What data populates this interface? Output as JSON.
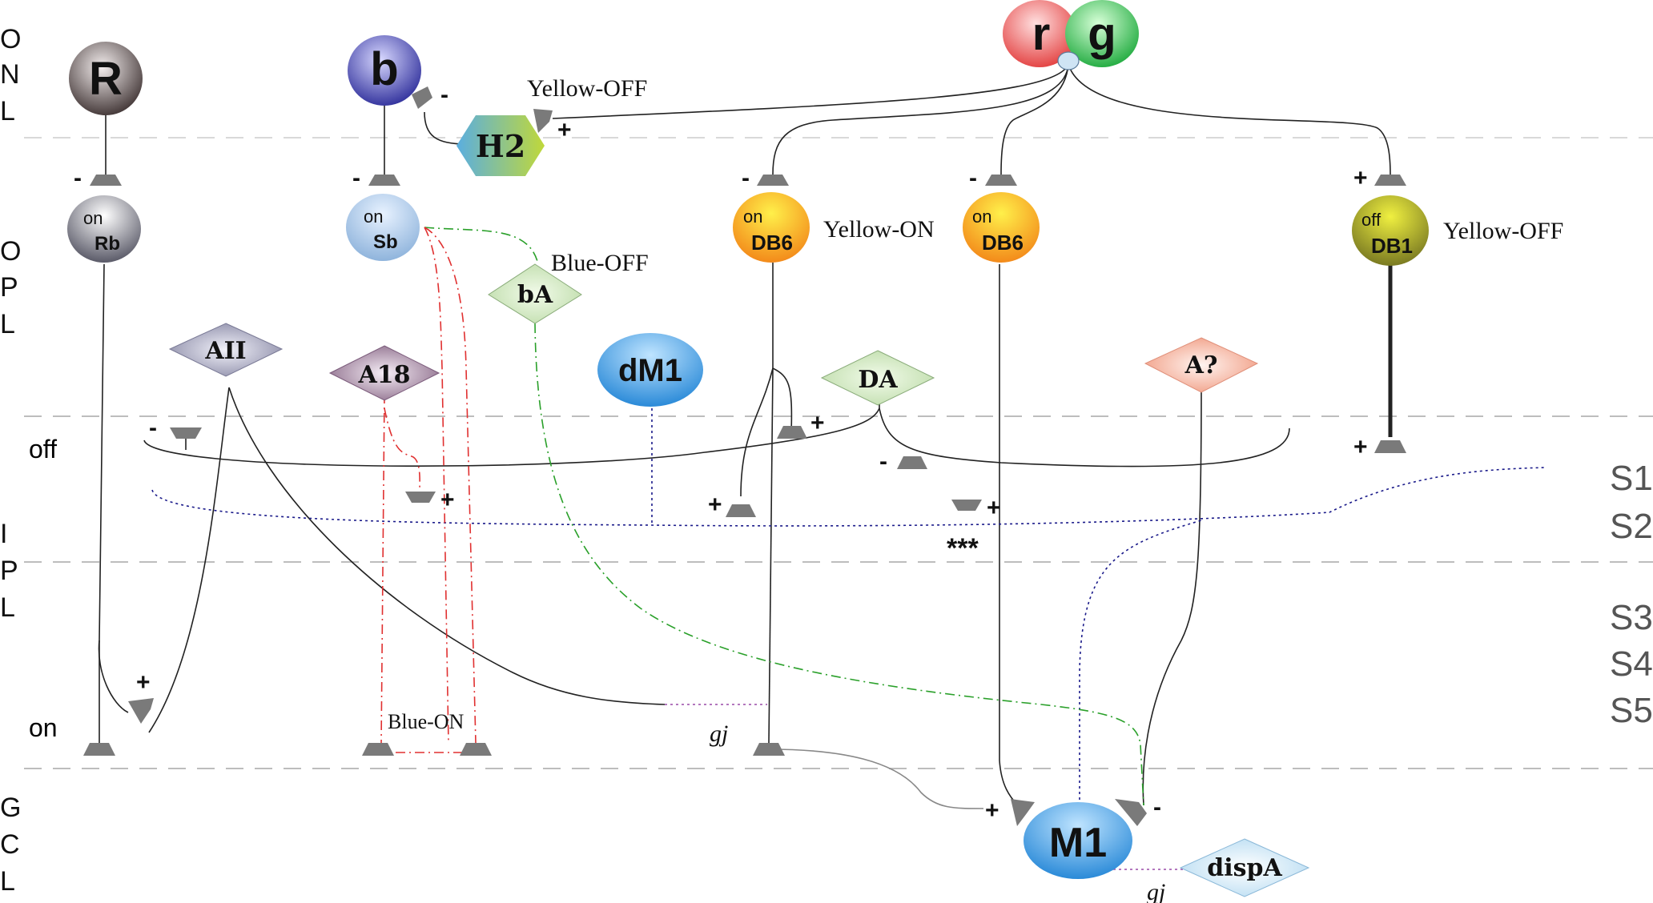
{
  "layers": {
    "onl": [
      "O",
      "N",
      "L"
    ],
    "opl": [
      "O",
      "P",
      "L"
    ],
    "ipl": [
      "I",
      "P",
      "L"
    ],
    "gcl": [
      "G",
      "C",
      "L"
    ]
  },
  "strata": [
    "S1",
    "S2",
    "S3",
    "S4",
    "S5"
  ],
  "sublamina": {
    "off": "off",
    "on": "on"
  },
  "photoreceptors": {
    "rod": "R",
    "blue_cone": "b",
    "red_cone": "r",
    "green_cone": "g"
  },
  "horizontal": {
    "h2": "H2"
  },
  "bipolars": {
    "rb": {
      "pol": "on",
      "name": "Rb"
    },
    "sb": {
      "pol": "on",
      "name": "Sb"
    },
    "db6a": {
      "pol": "on",
      "name": "DB6"
    },
    "db6b": {
      "pol": "on",
      "name": "DB6"
    },
    "db1": {
      "pol": "off",
      "name": "DB1"
    }
  },
  "amacrines": {
    "aii": "AII",
    "a18": "A18",
    "ba": "bA",
    "da": "DA",
    "aq": "A?",
    "dispa": "dispA"
  },
  "ganglion": {
    "dm1": "dM1",
    "m1": "M1"
  },
  "annotations": {
    "yellow_off_top": "Yellow-OFF",
    "yellow_on": "Yellow-ON",
    "yellow_off_db1": "Yellow-OFF",
    "blue_off": "Blue-OFF",
    "blue_on": "Blue-ON",
    "gj1": "gj",
    "gj2": "gj",
    "stars": "***"
  },
  "signs": {
    "h2_minus": "-",
    "h2_plus": "+",
    "rb_minus": "-",
    "sb_minus": "-",
    "db6a_minus": "-",
    "db6b_minus": "-",
    "db1_plus": "+",
    "aii_minus": "-",
    "rb_aii_plus": "+",
    "db6_axon_plus": "+",
    "a18_plus": "+",
    "da_minus": "-",
    "db6_ipl_plus": "+",
    "star_plus": "+",
    "db1_ipl_plus": "+",
    "m1_plus": "+",
    "m1_minus": "-"
  },
  "colors": {
    "rod": "#5a4a4a",
    "blue_cone": "#3b3aa8",
    "red_cone": "#e84a4a",
    "green_cone": "#2db84a",
    "h2_left": "#5aaee0",
    "h2_right": "#b8d43a",
    "rb": "#6a6a7a",
    "sb": "#9fbfe0",
    "db6": "#f4a51c",
    "db1": "#8a8a1a",
    "aii": "#8a8aa8",
    "a18": "#8a6a8a",
    "ba": "#c6e0b0",
    "da": "#c6e0b0",
    "aq": "#f4a890",
    "dm1": "#3a9ae0",
    "m1": "#3a9ae0",
    "dispa": "#bfe0f4",
    "synapse": "#7a7a7a",
    "blue_path": "#1a1a8a",
    "green_path": "#2aa02a",
    "red_path": "#e03030",
    "gj_path": "#9a4aa8"
  }
}
